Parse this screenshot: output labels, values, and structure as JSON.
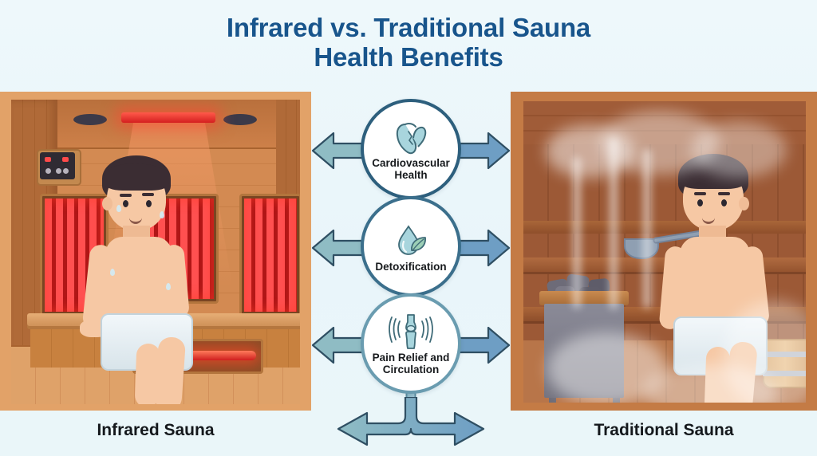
{
  "title": {
    "line1": "Infrared vs. Traditional Sauna",
    "line2": "Health Benefits",
    "color": "#18558c"
  },
  "panels": {
    "left": {
      "caption": "Infrared Sauna",
      "scene": "infrared-sauna-cabin",
      "elements": [
        "wood-cabin-frame",
        "ceiling-infrared-light-strip",
        "ceiling-vents",
        "digital-control-panel",
        "infrared-heater-panels",
        "wooden-bench",
        "lower-infrared-heater-rod",
        "seated-man-with-towel"
      ],
      "accent_color": "#e04b2a",
      "wood_color": "#c9763f"
    },
    "right": {
      "caption": "Traditional Sauna",
      "scene": "traditional-sauna-room",
      "elements": [
        "dark-wood-walls",
        "steam-clouds",
        "sauna-stove-with-rocks",
        "hanging-ladle",
        "wooden-bucket-with-metal-bands",
        "tiered-wooden-benches",
        "seated-man-with-towel"
      ],
      "accent_color": "#8b4f31",
      "wood_color": "#9c5936"
    }
  },
  "benefits": [
    {
      "id": "cardiovascular",
      "icon": "heart-icon",
      "label_line1": "Cardiovascular",
      "label_line2": "Health",
      "ring_color": "#2d5f7d"
    },
    {
      "id": "detoxification",
      "icon": "water-drop-leaf-icon",
      "label_line1": "Detoxification",
      "label_line2": "",
      "ring_color": "#3b6f8c"
    },
    {
      "id": "pain-relief",
      "icon": "knee-joint-waves-icon",
      "label_line1": "Pain Relief and",
      "label_line2": "Circulation",
      "ring_color": "#6a9cb0"
    }
  ],
  "arrows": {
    "left_color": "#8fbcc4",
    "right_color": "#6e9ec4",
    "stroke_color": "#2f4f63",
    "count_pairs": 4
  },
  "background_color": "#eaf6fa"
}
